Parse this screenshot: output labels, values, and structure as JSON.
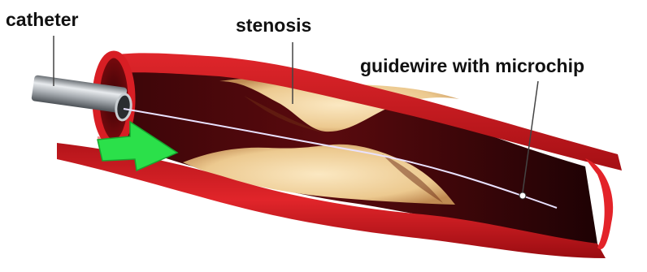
{
  "labels": {
    "catheter": "catheter",
    "stenosis": "stenosis",
    "guidewire": "guidewire with microchip"
  },
  "colors": {
    "vessel_wall": "#c8161b",
    "vessel_wall_dark": "#8e0d10",
    "lumen_dark": "#2a0406",
    "plaque": "#f2d9a8",
    "catheter": "#b9bec3",
    "arrow": "#2be04a",
    "guidewire": "#e9e2ff"
  },
  "icons": {
    "flow_arrow": "arrow-right-icon"
  }
}
